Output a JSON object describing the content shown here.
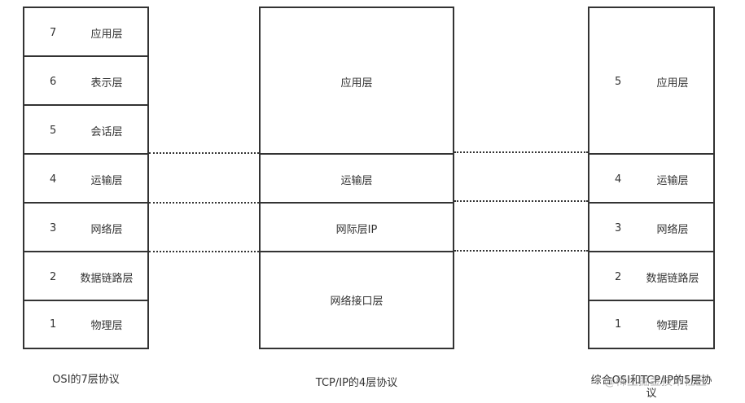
{
  "osi": {
    "caption": "OSI的7层协议",
    "layers": [
      {
        "num": "7",
        "name": "应用层"
      },
      {
        "num": "6",
        "name": "表示层"
      },
      {
        "num": "5",
        "name": "会话层"
      },
      {
        "num": "4",
        "name": "运输层"
      },
      {
        "num": "3",
        "name": "网络层"
      },
      {
        "num": "2",
        "name": "数据链路层"
      },
      {
        "num": "1",
        "name": "物理层"
      }
    ]
  },
  "tcpip": {
    "caption": "TCP/IP的4层协议",
    "layers": [
      {
        "name": "应用层"
      },
      {
        "name": "运输层"
      },
      {
        "name": "网际层IP"
      },
      {
        "name": "网络接口层"
      }
    ]
  },
  "five": {
    "caption_line1": "综合OSI和TCP/IP的5层协",
    "caption_line2": "议",
    "layers": [
      {
        "num": "5",
        "name": "应用层"
      },
      {
        "num": "4",
        "name": "运输层"
      },
      {
        "num": "3",
        "name": "网络层"
      },
      {
        "num": "2",
        "name": "数据链路层"
      },
      {
        "num": "1",
        "name": "物理层"
      }
    ]
  },
  "watermark": "@稀土掘金技术社区"
}
